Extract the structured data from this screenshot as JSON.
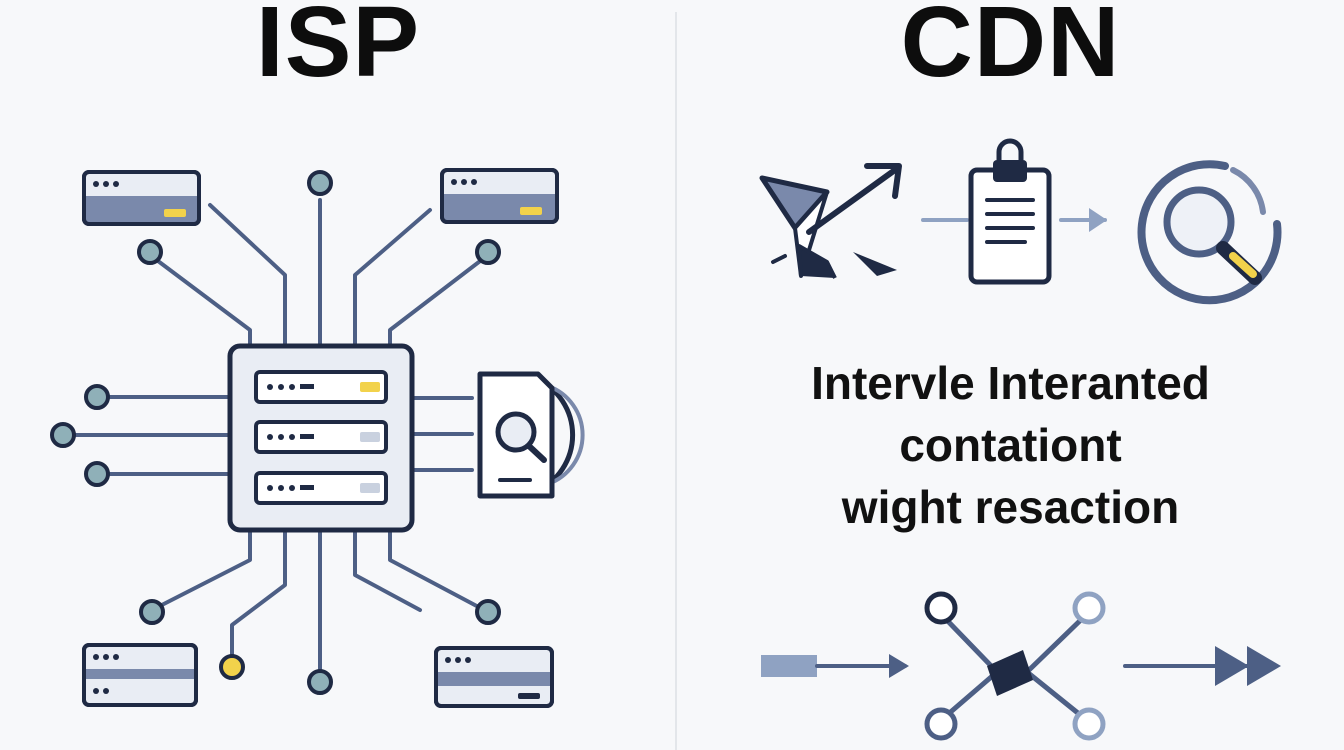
{
  "isp": {
    "title": "ISP"
  },
  "cdn": {
    "title": "CDN",
    "caption_lines": [
      "Intervle Interanted",
      "contationt",
      "wight resaction"
    ]
  },
  "colors": {
    "navy": "#1f2a44",
    "steel": "#4d5f85",
    "slate_fill": "#7a89ab",
    "light_fill": "#e9edf4",
    "teal_node": "#8fb0b8",
    "yellow_accent": "#f2d24b",
    "line_accent": "#6f86ad"
  },
  "icons": {
    "isp": [
      "server-rack-icon",
      "server-card-icon",
      "magnifier-document-icon",
      "circuit-node-icon"
    ],
    "cdn": [
      "cursor-arrow-icon",
      "clipboard-lock-icon",
      "search-circle-icon",
      "network-hub-icon",
      "arrow-right-icon"
    ]
  }
}
